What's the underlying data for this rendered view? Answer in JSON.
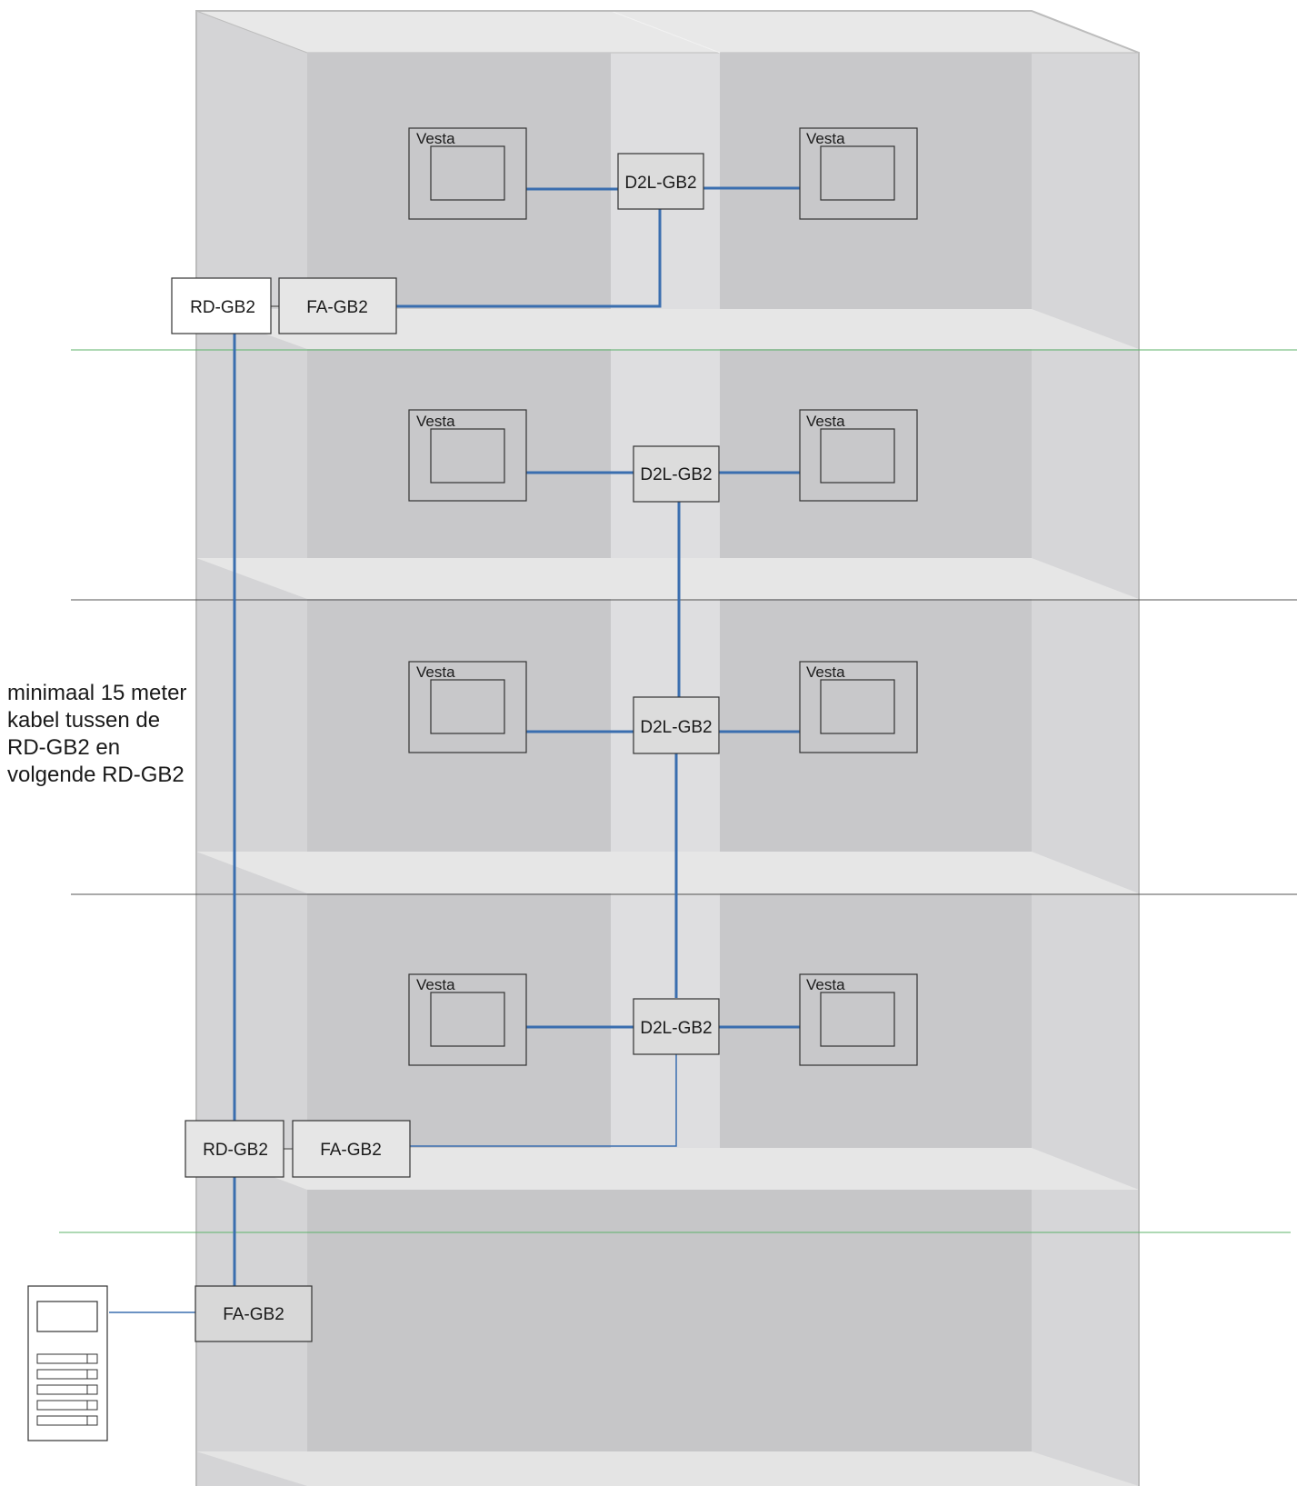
{
  "colors": {
    "cable": "#3a6eaf",
    "floor_line_green": "#5cb36a",
    "floor_line_gray": "#555555",
    "building_front": "#c8c8ca",
    "building_side": "#dcdcdc",
    "building_slab": "#e6e6e6"
  },
  "labels": {
    "vesta": "Vesta",
    "d2l": "D2L-GB2",
    "rd": "RD-GB2",
    "fa": "FA-GB2"
  },
  "note": {
    "lines": [
      "minimaal 15 meter",
      "kabel tussen de",
      "RD-GB2 en",
      "volgende RD-GB2"
    ]
  },
  "icons": {
    "outdoor_panel": "door-entry-panel-icon"
  }
}
